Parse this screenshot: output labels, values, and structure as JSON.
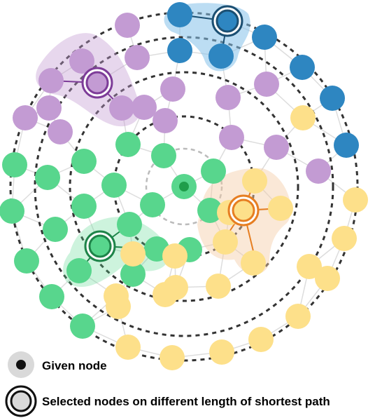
{
  "legend": {
    "given_node": "Given node",
    "selected_nodes": "Selected nodes on different length of shortest path"
  },
  "colors": {
    "given": "#1f9e4a",
    "green": "#58d68d",
    "yellow": "#fde08a",
    "purple": "#c39bd3",
    "blue": "#2e86c1",
    "edge": "#dddddd",
    "ring": "#333333",
    "hop1_selected": "#1e8449",
    "hop2_selected": "#e67e22",
    "hop3_selected": "#7d3c98",
    "hop4_selected": "#1b4f72"
  },
  "diagram": {
    "rings": 4,
    "selected_hops": [
      1,
      2,
      3,
      4
    ]
  }
}
